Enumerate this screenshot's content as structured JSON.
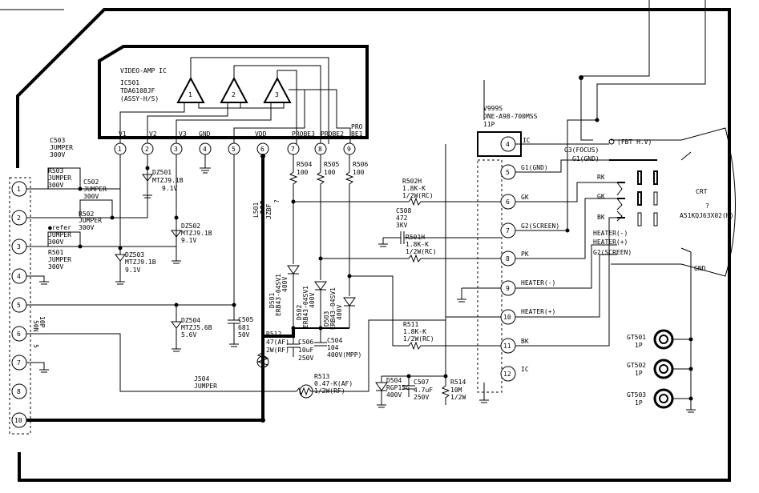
{
  "ic501": {
    "title": "VIDEO-AMP IC",
    "ref": "IC501",
    "part": "TDA6108JF",
    "assy": "(ASSY-H/S)",
    "amps": [
      "1",
      "2",
      "3"
    ],
    "pin_labels": [
      "V1",
      "V2",
      "V3",
      "GND",
      "VDD",
      "PROBE3",
      "PROBE2",
      "PRO",
      "BE1"
    ],
    "pin_numbers": [
      "1",
      "2",
      "3",
      "4",
      "5",
      "6",
      "7",
      "8",
      "9"
    ]
  },
  "connector_left": {
    "numbers": [
      "1",
      "2",
      "3",
      "4",
      "5",
      "6",
      "7",
      "8",
      "9",
      "10"
    ],
    "label_lines": [
      "50N",
      "10P",
      "5"
    ]
  },
  "jumpers": {
    "c503": [
      "C503",
      "JUMPER",
      "300V"
    ],
    "r503": [
      "R503",
      "JUMPER",
      "300V"
    ],
    "c502": [
      "C502",
      "JUMPER",
      "300V"
    ],
    "r502": [
      "R502",
      "JUMPER",
      "300V"
    ],
    "refer": "●refer",
    "r501": [
      "R501",
      "JUMPER",
      "300V"
    ],
    "j504": [
      "J504",
      "JUMPER"
    ]
  },
  "zeners": {
    "dz501": [
      "DZ501",
      "MTZJ9.1B",
      "9.1V"
    ],
    "dz502": [
      "DZ502",
      "MTZJ9.1B",
      "9.1V"
    ],
    "dz503": [
      "DZ503",
      "MTZJ9.1B",
      "9.1V"
    ],
    "dz504": [
      "DZ504",
      "MTZJ5.6B",
      "5.6V"
    ]
  },
  "c505": [
    "C505",
    "681",
    "50V"
  ],
  "l501": [
    "L501",
    "JZBF",
    "?"
  ],
  "r504": [
    "R504",
    "100"
  ],
  "r505": [
    "R505",
    "100"
  ],
  "r506": [
    "R506",
    "100"
  ],
  "diodes": {
    "d501": [
      "D501",
      "ERB43-04SV1",
      "400V"
    ],
    "d502": [
      "D502",
      "ERB43-04SV1",
      "400V"
    ],
    "d503": [
      "D503",
      "ERB43-04SV1",
      "400V"
    ],
    "d504": [
      "D504",
      "RGP15G",
      "400V"
    ]
  },
  "r512": [
    "R512",
    "47(AF)",
    "2W(RF)"
  ],
  "c506": [
    "C506",
    "10uF",
    "250V"
  ],
  "c504": [
    "C504",
    "104",
    "400V(MPP)"
  ],
  "r513": [
    "R513",
    "0.47-K(AF)",
    "1/2W(RF)"
  ],
  "c507": [
    "C507",
    "4.7uF",
    "250V"
  ],
  "r514": [
    "R514",
    "10M",
    "1/2W"
  ],
  "r502h": [
    "R502H",
    "1.8K-K",
    "1/2W(RC)"
  ],
  "c508": [
    "C508",
    "472",
    "3KV"
  ],
  "r501h": [
    "R501H",
    "1.8K-K",
    "1/2W(RC)"
  ],
  "r511": [
    "R511",
    "1.8K-K",
    "1/2W(RC)"
  ],
  "socket": {
    "ref": "V999S",
    "part": "DNE-A98-700MSS",
    "pins": "11P",
    "numbers": [
      "4",
      "5",
      "6",
      "7",
      "8",
      "9",
      "10",
      "11",
      "12"
    ],
    "labels": [
      "IC",
      "G1(GND)",
      "GK",
      "G2(SCREEN)",
      "PK",
      "HEATER(-)",
      "HEATER(+)",
      "BK",
      "IC"
    ]
  },
  "crt": {
    "fbt": "(FBT H.V)",
    "g3": "G3(FOCUS)",
    "g1": "G1(GND)",
    "rk": "RK",
    "gk": "GK",
    "bk": "BK",
    "heater_minus": "HEATER(-)",
    "heater_plus": "HEATER(+)",
    "g2": "G2(SCREEN)",
    "name": "CRT",
    "q": "?",
    "tube": "A51KQJ63X02(H)",
    "gnd": "GND"
  },
  "gt": [
    [
      "GT501",
      "1P"
    ],
    [
      "GT502",
      "1P"
    ],
    [
      "GT503",
      "1P"
    ]
  ]
}
